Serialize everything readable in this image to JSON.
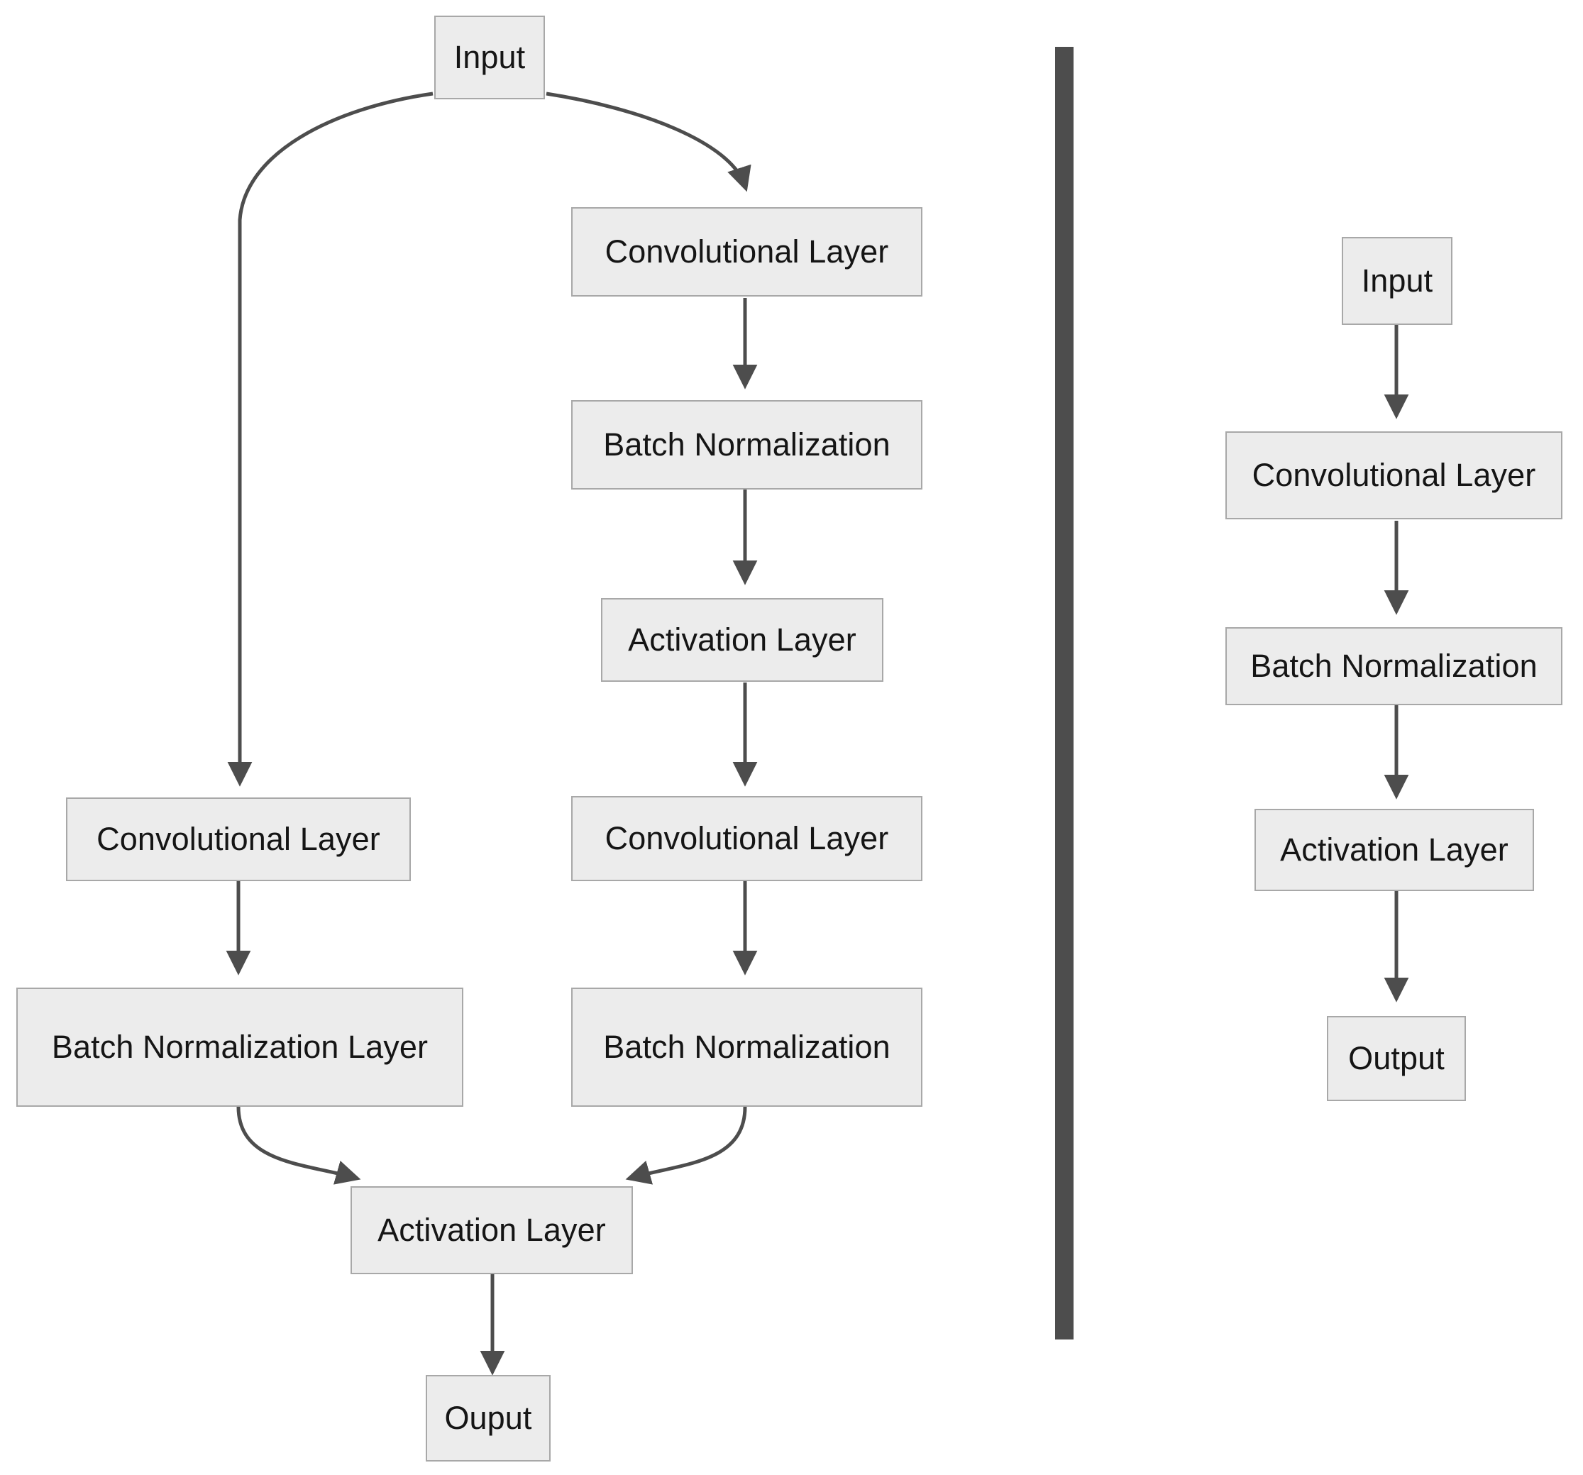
{
  "figure": {
    "type": "diagram",
    "background_color": "#ffffff",
    "node_fill_color": "#ececec",
    "node_border_color": "#a8a8a8",
    "edge_color": "#4d4d4d",
    "divider_color": "#4d4d4d",
    "text_color": "#151515"
  },
  "divider": {
    "orientation": "vertical",
    "label": "panel-divider"
  },
  "left_diagram": {
    "name": "residual-block-diagram",
    "nodes": {
      "input": "Input",
      "skip_conv": "Convolutional Layer",
      "skip_bn": "Batch Normalization Layer",
      "main_conv_1": "Convolutional Layer",
      "main_bn_1": "Batch Normalization",
      "main_act_1": "Activation Layer",
      "main_conv_2": "Convolutional Layer",
      "main_bn_2": "Batch Normalization",
      "merge_act": "Activation Layer",
      "output": "Ouput"
    },
    "edges": [
      {
        "from": "Input",
        "to": "Convolutional Layer",
        "branch": "skip"
      },
      {
        "from": "Input",
        "to": "Convolutional Layer",
        "branch": "main"
      },
      {
        "from": "Convolutional Layer",
        "to": "Batch Normalization Layer",
        "branch": "skip"
      },
      {
        "from": "Batch Normalization Layer",
        "to": "Activation Layer",
        "branch": "skip"
      },
      {
        "from": "Convolutional Layer",
        "to": "Batch Normalization",
        "branch": "main"
      },
      {
        "from": "Batch Normalization",
        "to": "Activation Layer",
        "branch": "main"
      },
      {
        "from": "Activation Layer",
        "to": "Convolutional Layer",
        "branch": "main"
      },
      {
        "from": "Convolutional Layer",
        "to": "Batch Normalization",
        "branch": "main"
      },
      {
        "from": "Batch Normalization",
        "to": "Activation Layer",
        "branch": "main"
      },
      {
        "from": "Activation Layer",
        "to": "Ouput",
        "branch": "merge"
      }
    ]
  },
  "right_diagram": {
    "name": "plain-block-diagram",
    "nodes": {
      "input": "Input",
      "conv": "Convolutional Layer",
      "bn": "Batch Normalization",
      "act": "Activation Layer",
      "output": "Output"
    },
    "edges": [
      {
        "from": "Input",
        "to": "Convolutional Layer"
      },
      {
        "from": "Convolutional Layer",
        "to": "Batch Normalization"
      },
      {
        "from": "Batch Normalization",
        "to": "Activation Layer"
      },
      {
        "from": "Activation Layer",
        "to": "Output"
      }
    ]
  }
}
